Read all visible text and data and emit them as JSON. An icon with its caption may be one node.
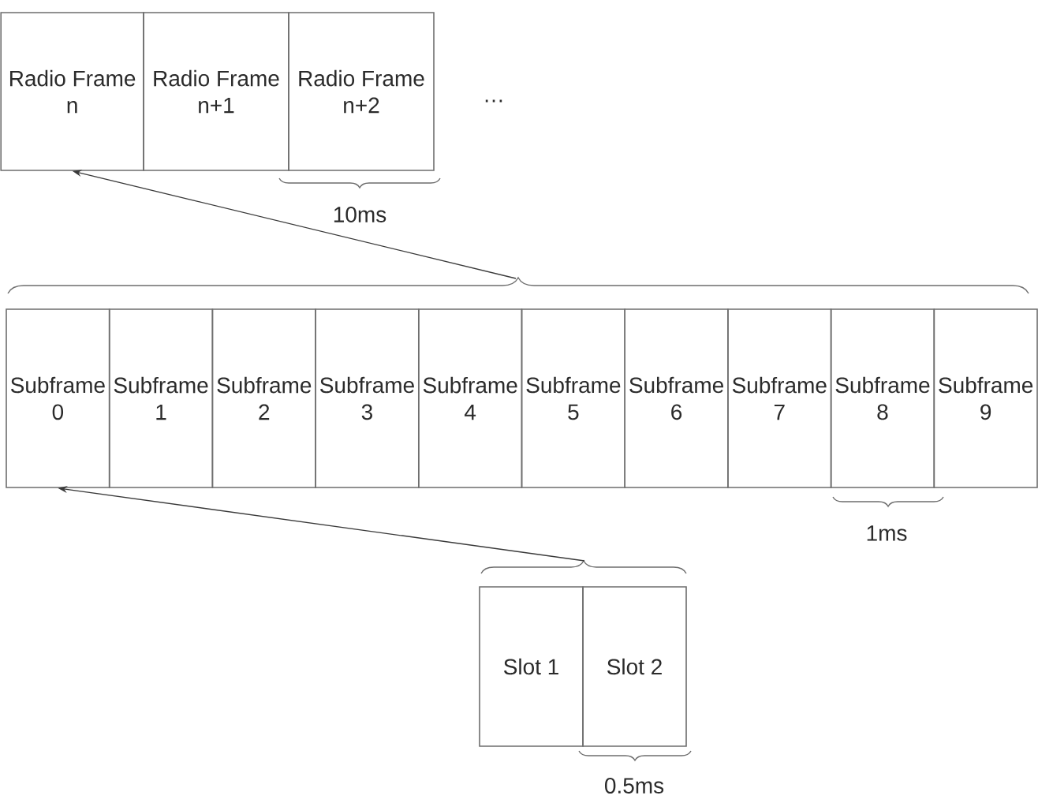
{
  "diagram": {
    "nodes": [
      {
        "text": [
          "Radio Frame n"
        ]
      },
      {
        "text": [
          "Radio Frame n+1"
        ]
      },
      {
        "text": [
          "Radio Frame n+2"
        ]
      },
      {
        "text": [
          "Subframe 0"
        ]
      },
      {
        "text": [
          "Subframe 1"
        ]
      },
      {
        "text": [
          "Subframe 2"
        ]
      },
      {
        "text": [
          "Subframe 3"
        ]
      },
      {
        "text": [
          "Subframe 4"
        ]
      },
      {
        "text": [
          "Subframe 5"
        ]
      },
      {
        "text": [
          "Subframe 6"
        ]
      },
      {
        "text": [
          "Subframe 7"
        ]
      },
      {
        "text": [
          "Subframe 8"
        ]
      },
      {
        "text": [
          "Subframe 9"
        ]
      },
      {
        "text": [
          "Slot 1"
        ]
      },
      {
        "text": [
          "Slot 2"
        ]
      }
    ],
    "edges": [
      {
        "from": null,
        "to": 0,
        "arrow": "to"
      },
      {
        "from": null,
        "to": 3,
        "arrow": "to"
      }
    ],
    "labels": [
      "…",
      "10ms",
      "1ms",
      "0.5ms"
    ]
  }
}
